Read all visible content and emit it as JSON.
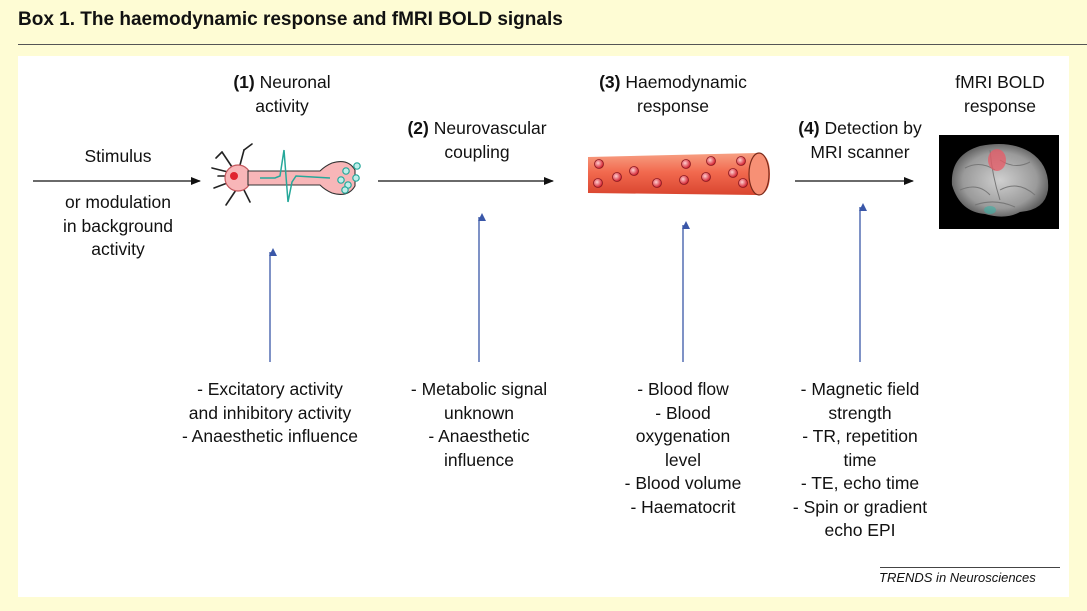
{
  "title": "Box 1. The haemodynamic response and fMRI BOLD signals",
  "input": {
    "stimulus": "Stimulus",
    "modulation_lines": [
      "or modulation",
      "in background",
      "activity"
    ]
  },
  "stages": {
    "neuronal": {
      "number": "(1)",
      "name_line1": "Neuronal",
      "name_line2": "activity"
    },
    "coupling": {
      "number": "(2)",
      "name_line1": "Neurovascular",
      "name_line2": "coupling"
    },
    "haemodynamic": {
      "number": "(3)",
      "name_line1": "Haemodynamic",
      "name_line2": "response"
    },
    "detection": {
      "number": "(4)",
      "name_line1": "Detection by",
      "name_line2": "MRI scanner"
    },
    "output": {
      "line1": "fMRI BOLD",
      "line2": "response"
    }
  },
  "factors": {
    "neuronal": [
      "- Excitatory activity",
      "and inhibitory activity",
      "- Anaesthetic influence"
    ],
    "coupling": [
      "- Metabolic signal",
      "unknown",
      "- Anaesthetic",
      "influence"
    ],
    "haemodynamic": [
      "- Blood flow",
      "- Blood",
      "oxygenation",
      "level",
      "- Blood volume",
      "- Haematocrit"
    ],
    "detection": [
      "- Magnetic field",
      "strength",
      "- TR, repetition",
      "time",
      "- TE, echo time",
      "- Spin or gradient",
      "echo EPI"
    ]
  },
  "credit": "TRENDS in Neurosciences",
  "colors": {
    "background": "#fefcd4",
    "panel": "#ffffff",
    "factor_arrow": "#3a57a8",
    "flow_arrow": "#111111",
    "vessel": "#f26a4f",
    "neuron": "#f8b6b8",
    "spike": "#26a89a"
  },
  "icons": [
    "neuron-illustration",
    "blood-vessel-illustration",
    "brain-scan-image"
  ]
}
